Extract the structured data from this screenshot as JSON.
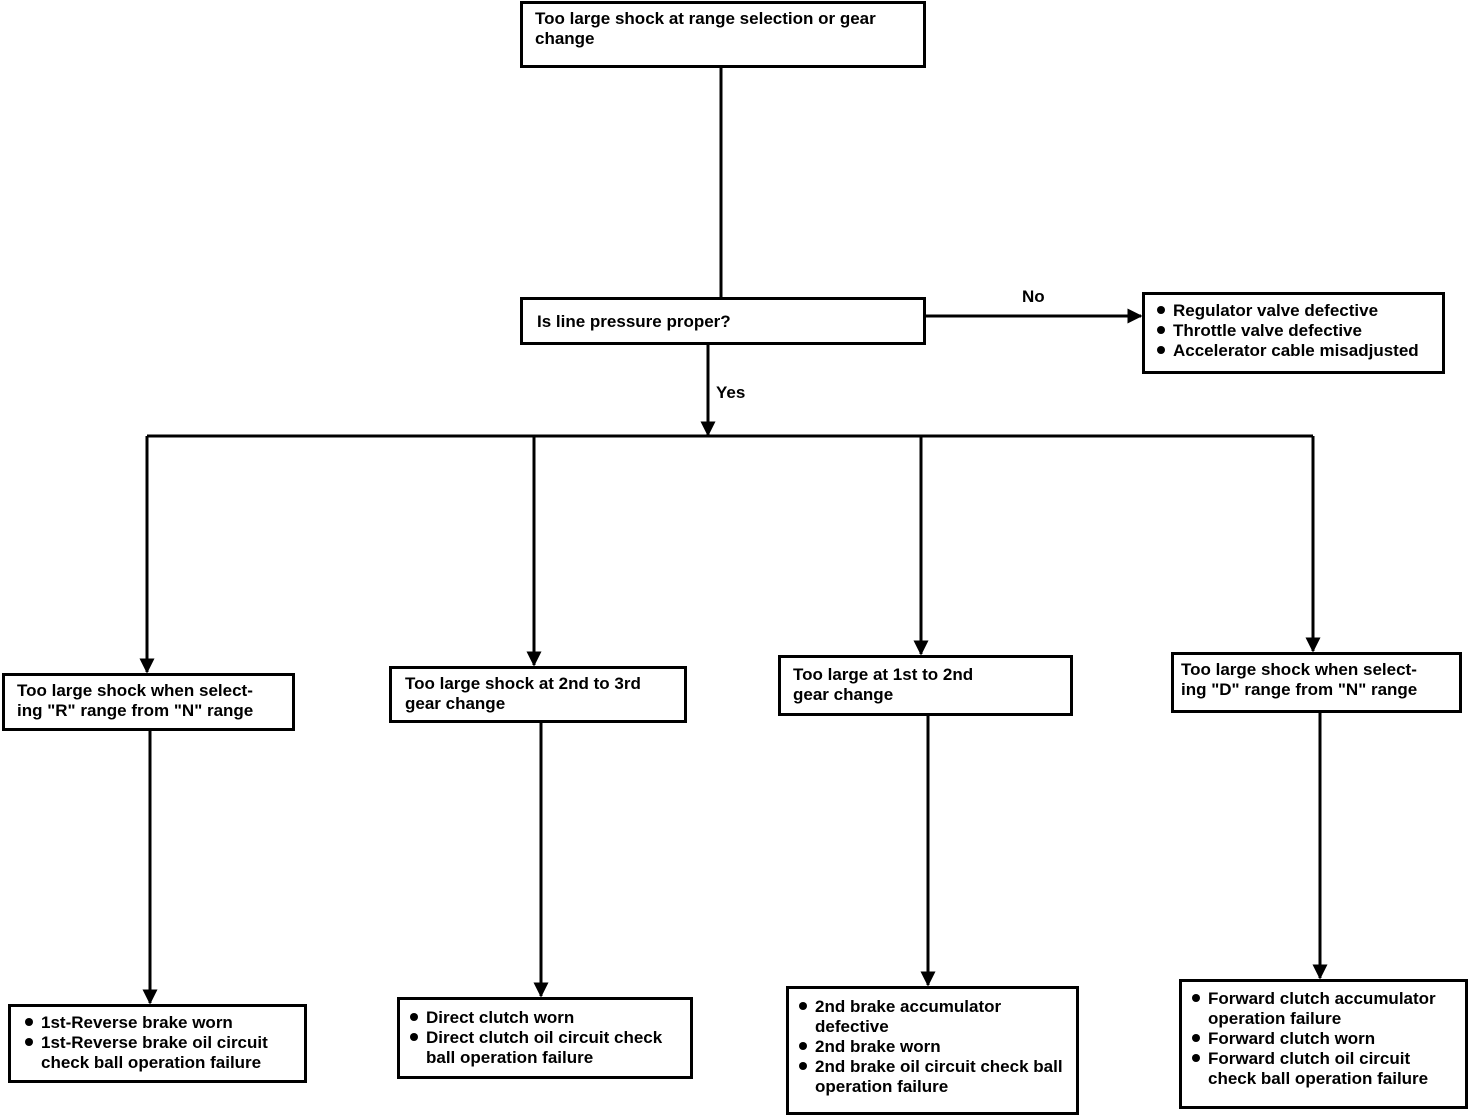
{
  "start": {
    "text": "Too large shock at range selection or gear change"
  },
  "question": {
    "text": "Is line pressure proper?"
  },
  "labels": {
    "no": "No",
    "yes": "Yes"
  },
  "no_causes": [
    "Regulator valve defective",
    "Throttle valve defective",
    "Accelerator cable misadjusted"
  ],
  "branches": [
    {
      "symptom": "Too large shock when select-\ning \"R\" range from \"N\" range",
      "causes": [
        "1st-Reverse brake worn",
        "1st-Reverse brake oil circuit check ball operation failure"
      ]
    },
    {
      "symptom": "Too large shock at 2nd to 3rd\ngear change",
      "causes": [
        "Direct clutch worn",
        "Direct clutch oil circuit check ball operation failure"
      ]
    },
    {
      "symptom": "Too large at 1st to 2nd\ngear change",
      "causes": [
        "2nd brake accumulator defective",
        "2nd brake worn",
        "2nd brake oil circuit check ball operation failure"
      ]
    },
    {
      "symptom": "Too large shock when select-\ning \"D\" range from \"N\" range",
      "causes": [
        "Forward clutch accumulator operation failure",
        "Forward clutch worn",
        "Forward clutch oil circuit check ball operation failure"
      ]
    }
  ]
}
